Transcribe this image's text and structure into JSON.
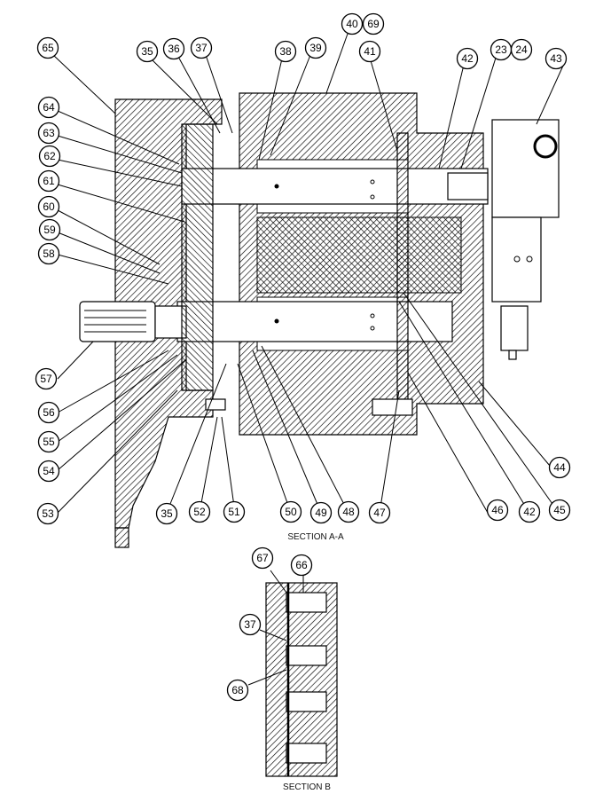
{
  "diagram": {
    "type": "exploded-section-drawing",
    "sections": [
      {
        "id": "A-A",
        "caption": "SECTION A-A"
      },
      {
        "id": "B",
        "caption": "SECTION B"
      }
    ],
    "callouts_section_a": [
      {
        "label": "65"
      },
      {
        "label": "35"
      },
      {
        "label": "36"
      },
      {
        "label": "37"
      },
      {
        "label": "38"
      },
      {
        "label": "39"
      },
      {
        "label": "40"
      },
      {
        "label": "69"
      },
      {
        "label": "41"
      },
      {
        "label": "42"
      },
      {
        "label": "23"
      },
      {
        "label": "24"
      },
      {
        "label": "43"
      },
      {
        "label": "64"
      },
      {
        "label": "63"
      },
      {
        "label": "62"
      },
      {
        "label": "61"
      },
      {
        "label": "60"
      },
      {
        "label": "59"
      },
      {
        "label": "58"
      },
      {
        "label": "57"
      },
      {
        "label": "56"
      },
      {
        "label": "55"
      },
      {
        "label": "54"
      },
      {
        "label": "53"
      },
      {
        "label": "35"
      },
      {
        "label": "52"
      },
      {
        "label": "51"
      },
      {
        "label": "50"
      },
      {
        "label": "49"
      },
      {
        "label": "48"
      },
      {
        "label": "47"
      },
      {
        "label": "46"
      },
      {
        "label": "42"
      },
      {
        "label": "45"
      },
      {
        "label": "44"
      }
    ],
    "callouts_section_b": [
      {
        "label": "67"
      },
      {
        "label": "66"
      },
      {
        "label": "37"
      },
      {
        "label": "68"
      }
    ]
  }
}
